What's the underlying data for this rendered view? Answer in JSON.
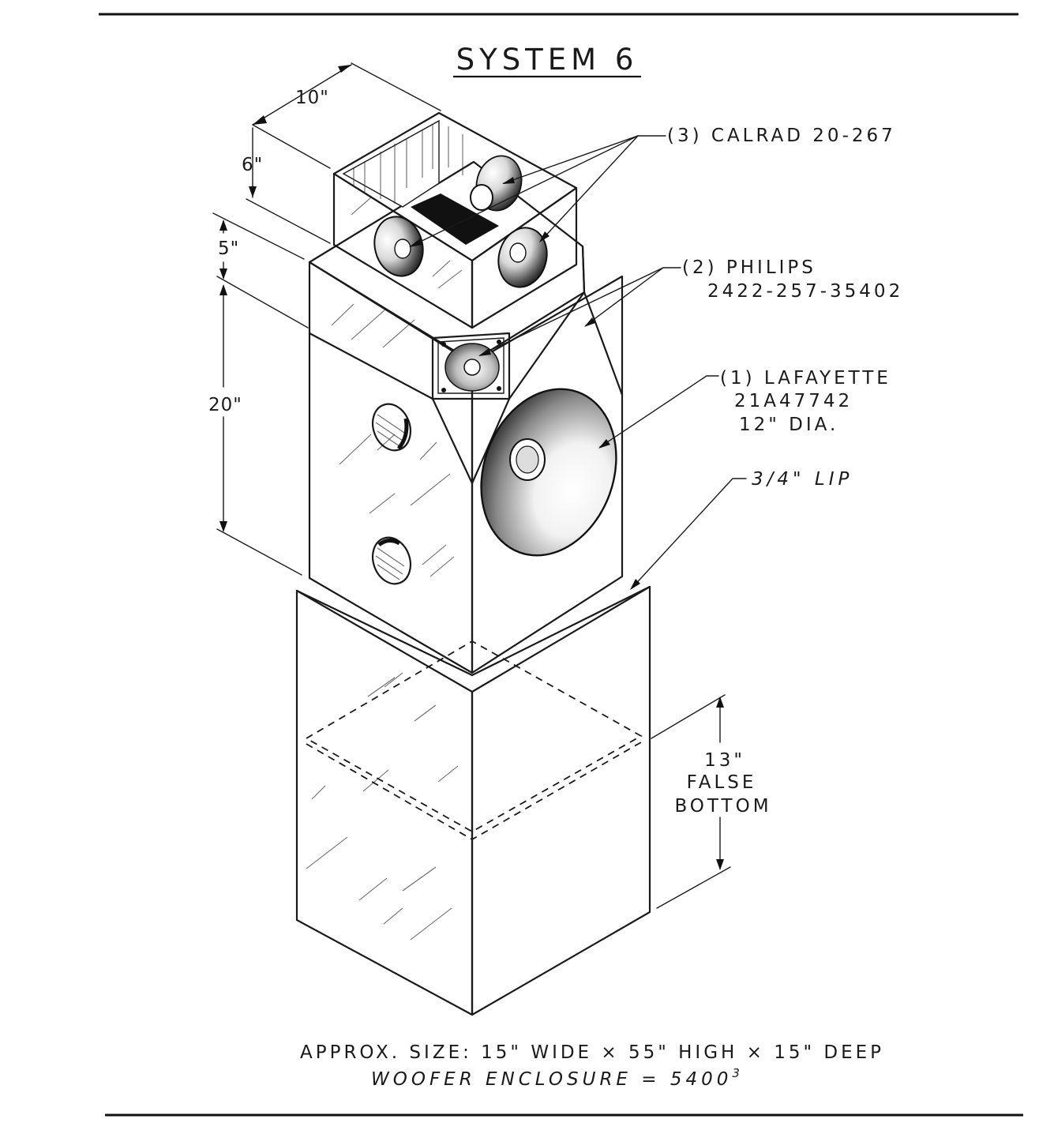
{
  "title": "SYSTEM 6",
  "labels": {
    "calrad": "(3) CALRAD 20-267",
    "philips_1": "(2) PHILIPS",
    "philips_2": "2422-257-35402",
    "lafayette_1": "(1) LAFAYETTE",
    "lafayette_2": "21A47742",
    "lafayette_3": "12\" DIA.",
    "lip": "3/4\" LIP",
    "false_bottom_1": "13\"",
    "false_bottom_2": "FALSE",
    "false_bottom_3": "BOTTOM"
  },
  "dimensions": {
    "width_top": "10\"",
    "height_top": "6\"",
    "height_mid_band": "5\"",
    "height_mid": "20\""
  },
  "footer": {
    "size_line": "APPROX. SIZE: 15\" WIDE × 55\" HIGH × 15\" DEEP",
    "enclosure_line": "WOOFER ENCLOSURE = 5400",
    "enclosure_sup": "3"
  }
}
